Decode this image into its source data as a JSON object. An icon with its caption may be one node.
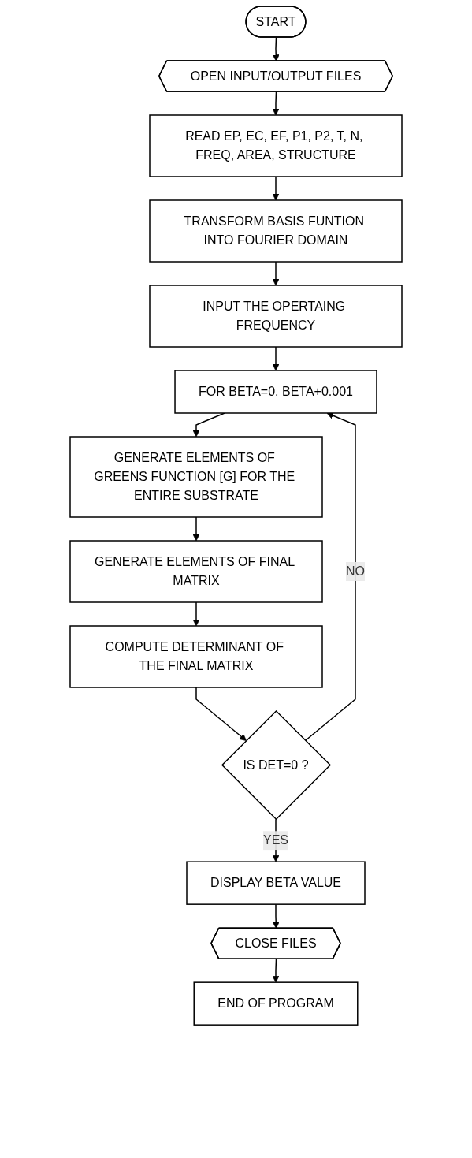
{
  "diagram": {
    "nodes": [
      {
        "text": [
          "START"
        ]
      },
      {
        "text": [
          "OPEN INPUT/OUTPUT FILES"
        ]
      },
      {
        "text": [
          "READ EP, EC, EF, P1, P2, T, N, FREQ, AREA, STRUCTURE"
        ]
      },
      {
        "text": [
          "TRANSFORM BASIS FUNTION INTO FOURIER DOMAIN"
        ]
      },
      {
        "text": [
          "INPUT THE OPERTAING FREQUENCY"
        ]
      },
      {
        "text": [
          "FOR BETA=0, BETA+0.001"
        ]
      },
      {
        "text": [
          "GENERATE ELEMENTS OF GREENS FUNCTION [G] FOR THE ENTIRE SUBSTRATE"
        ]
      },
      {
        "text": [
          "GENERATE ELEMENTS OF FINAL MATRIX"
        ]
      },
      {
        "text": [
          "COMPUTE DETERMINANT OF THE FINAL MATRIX"
        ]
      },
      {
        "text": [
          "IS DET=0 ?"
        ]
      },
      {
        "text": [
          "DISPLAY BETA VALUE"
        ]
      },
      {
        "text": [
          "CLOSE FILES"
        ]
      },
      {
        "text": [
          "END OF PROGRAM"
        ]
      }
    ],
    "edges": [
      {
        "from": 0,
        "to": 1,
        "arrow": "to"
      },
      {
        "from": 1,
        "to": 2,
        "arrow": "to"
      },
      {
        "from": 2,
        "to": 3,
        "arrow": "to"
      },
      {
        "from": 3,
        "to": 4,
        "arrow": "to"
      },
      {
        "from": 4,
        "to": 5,
        "arrow": "to"
      },
      {
        "from": 5,
        "to": 6,
        "arrow": "to"
      },
      {
        "from": 6,
        "to": 7,
        "arrow": "to"
      },
      {
        "from": 7,
        "to": 8,
        "arrow": "to"
      },
      {
        "from": 8,
        "to": 9,
        "arrow": "to"
      },
      {
        "from": 9,
        "to": 5,
        "arrow": "to",
        "label": "NO"
      },
      {
        "from": 9,
        "to": 10,
        "arrow": "to",
        "label": "YES"
      },
      {
        "from": 10,
        "to": 11,
        "arrow": "to"
      },
      {
        "from": 11,
        "to": 12,
        "arrow": "to"
      }
    ]
  }
}
